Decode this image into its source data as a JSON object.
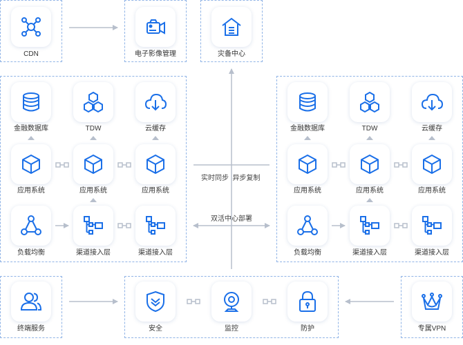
{
  "nodes": {
    "cdn": {
      "label": "CDN",
      "icon": "network-nodes-icon"
    },
    "ecm": {
      "label": "电子影像管理",
      "icon": "camera-icon"
    },
    "backup": {
      "label": "灾备中心",
      "icon": "house-icon"
    },
    "left": {
      "db": {
        "label": "金融数据库",
        "icon": "database-icon"
      },
      "tdw": {
        "label": "TDW",
        "icon": "cubes-icon"
      },
      "cache": {
        "label": "云缓存",
        "icon": "cloud-download-icon"
      },
      "app1": {
        "label": "应用系统",
        "icon": "cube-icon"
      },
      "app2": {
        "label": "应用系统",
        "icon": "cube-icon"
      },
      "app3": {
        "label": "应用系统",
        "icon": "cube-icon"
      },
      "lb": {
        "label": "负载均衡",
        "icon": "triangle-nodes-icon"
      },
      "ch1": {
        "label": "渠道接入层",
        "icon": "hierarchy-icon"
      },
      "ch2": {
        "label": "渠道接入层",
        "icon": "hierarchy-icon"
      }
    },
    "right": {
      "db": {
        "label": "金融数据库",
        "icon": "database-icon"
      },
      "tdw": {
        "label": "TDW",
        "icon": "cubes-icon"
      },
      "cache": {
        "label": "云缓存",
        "icon": "cloud-download-icon"
      },
      "app1": {
        "label": "应用系统",
        "icon": "cube-icon"
      },
      "app2": {
        "label": "应用系统",
        "icon": "cube-icon"
      },
      "app3": {
        "label": "应用系统",
        "icon": "cube-icon"
      },
      "lb": {
        "label": "负载均衡",
        "icon": "triangle-nodes-icon"
      },
      "ch1": {
        "label": "渠道接入层",
        "icon": "hierarchy-icon"
      },
      "ch2": {
        "label": "渠道接入层",
        "icon": "hierarchy-icon"
      }
    },
    "terminal": {
      "label": "终端服务",
      "icon": "users-icon"
    },
    "security": {
      "label": "安全",
      "icon": "shield-icon"
    },
    "monitor": {
      "label": "监控",
      "icon": "webcam-icon"
    },
    "protect": {
      "label": "防护",
      "icon": "lock-icon"
    },
    "vpn": {
      "label": "专属VPN",
      "icon": "crown-icon"
    }
  },
  "middle": {
    "sync_label": "实时同步  异步复制",
    "active_label": "双活中心部署"
  },
  "colors": {
    "accent": "#1a6fe8",
    "border": "#8fb3e6",
    "arrow": "#b7bfcc"
  }
}
